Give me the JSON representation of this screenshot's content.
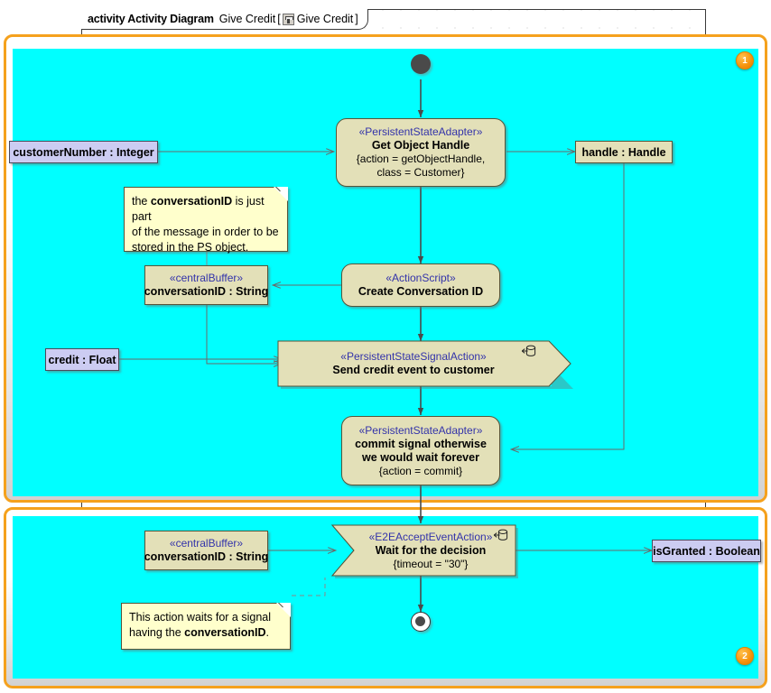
{
  "frame": {
    "keyword": "activity Activity Diagram",
    "name": "Give Credit",
    "bracket_open": "[",
    "icon": "activity-diagram-icon",
    "context": "Give Credit",
    "bracket_close": "]"
  },
  "partitions": [
    {
      "badge": "1"
    },
    {
      "badge": "2"
    }
  ],
  "nodes": {
    "initial": {
      "name": "initial-node"
    },
    "final": {
      "name": "activity-final-node"
    },
    "get_object_handle": {
      "stereotype": "«PersistentStateAdapter»",
      "name": "Get Object Handle",
      "props_line1": "{action = getObjectHandle,",
      "props_line2": "class = Customer}"
    },
    "create_conversation_id": {
      "stereotype": "«ActionScript»",
      "name": "Create Conversation ID"
    },
    "send_credit_event": {
      "stereotype": "«PersistentStateSignalAction»",
      "name": "Send credit event to customer",
      "icon": "persistent-state-icon"
    },
    "commit_signal": {
      "stereotype": "«PersistentStateAdapter»",
      "name_line1": "commit signal otherwise",
      "name_line2": "we would wait forever",
      "props": "{action = commit}"
    },
    "wait_for_decision": {
      "stereotype": "«E2EAcceptEventAction»",
      "name": "Wait for the decision",
      "props": "{timeout = \"30\"}",
      "icon": "persistent-state-icon"
    }
  },
  "pins": {
    "customer_number": "customerNumber : Integer",
    "handle": "handle : Handle",
    "credit": "credit : Float",
    "is_granted": "isGranted : Boolean"
  },
  "buffers": {
    "upper": {
      "stereotype": "«centralBuffer»",
      "name": "conversationID : String"
    },
    "lower": {
      "stereotype": "«centralBuffer»",
      "name": "conversationID : String"
    }
  },
  "notes": {
    "upper": {
      "line1_a": "the ",
      "line1_b": "conversationID",
      "line1_c": " is just part",
      "line2": "of the message in order to be",
      "line3": "stored in the PS object."
    },
    "lower": {
      "line1": "This action waits for a signal",
      "line2_a": "having the ",
      "line2_b": "conversationID",
      "line2_c": "."
    }
  },
  "colors": {
    "partition_fill": "#00ffff",
    "selection_border": "#f5a11d",
    "action_fill": "#e3e0b8",
    "pin_fill": "#ccccf2",
    "note_fill": "#ffffcc",
    "stereotype_text": "#3333aa"
  }
}
